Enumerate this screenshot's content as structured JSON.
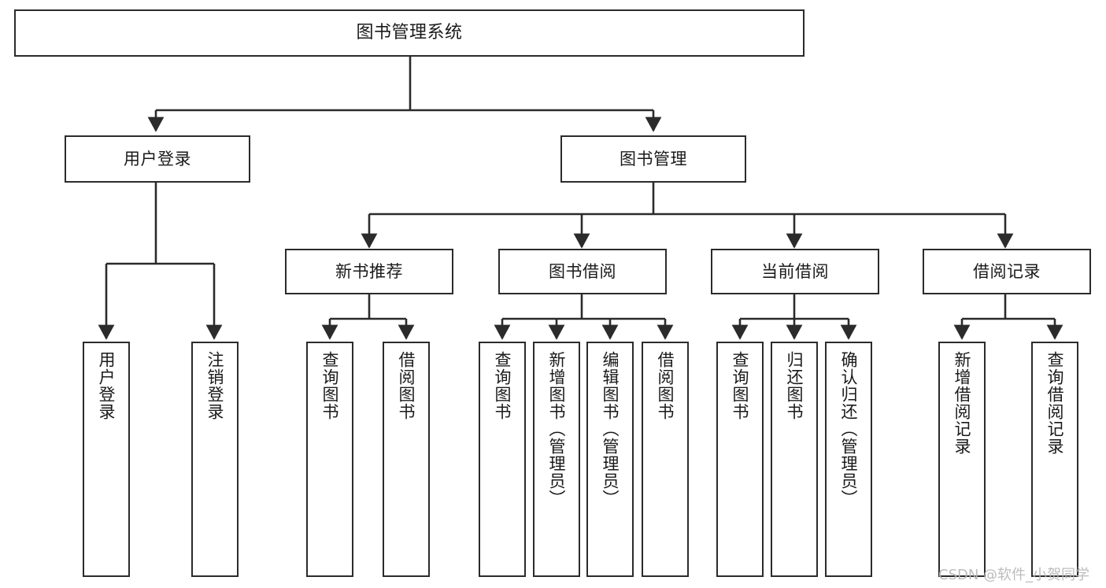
{
  "diagram": {
    "type": "tree-hierarchy",
    "title": "图书管理系统",
    "orientation": "top-down",
    "colors": {
      "node_border": "#2b2b2b",
      "node_fill": "#ffffff",
      "edge": "#2b2b2b",
      "text": "#1a1a1a",
      "watermark": "#b9b9b9",
      "background": "#ffffff"
    },
    "root": {
      "label": "图书管理系统"
    },
    "level2": [
      {
        "label": "用户登录"
      },
      {
        "label": "图书管理"
      }
    ],
    "level3": [
      {
        "label": "新书推荐"
      },
      {
        "label": "图书借阅"
      },
      {
        "label": "当前借阅"
      },
      {
        "label": "借阅记录"
      }
    ],
    "leaves": {
      "user_login": [
        {
          "label": "用户登录"
        },
        {
          "label": "注销登录"
        }
      ],
      "new_book_recommend": [
        {
          "label": "查询图书"
        },
        {
          "label": "借阅图书"
        }
      ],
      "book_borrow": [
        {
          "label": "查询图书"
        },
        {
          "label": "新增图书（管理员）"
        },
        {
          "label": "编辑图书（管理员）"
        },
        {
          "label": "借阅图书"
        }
      ],
      "current_borrow": [
        {
          "label": "查询图书"
        },
        {
          "label": "归还图书"
        },
        {
          "label": "确认归还（管理员）"
        }
      ],
      "borrow_record": [
        {
          "label": "新增借阅记录"
        },
        {
          "label": "查询借阅记录"
        }
      ]
    },
    "watermark": "CSDN @软件_小贺同学"
  }
}
